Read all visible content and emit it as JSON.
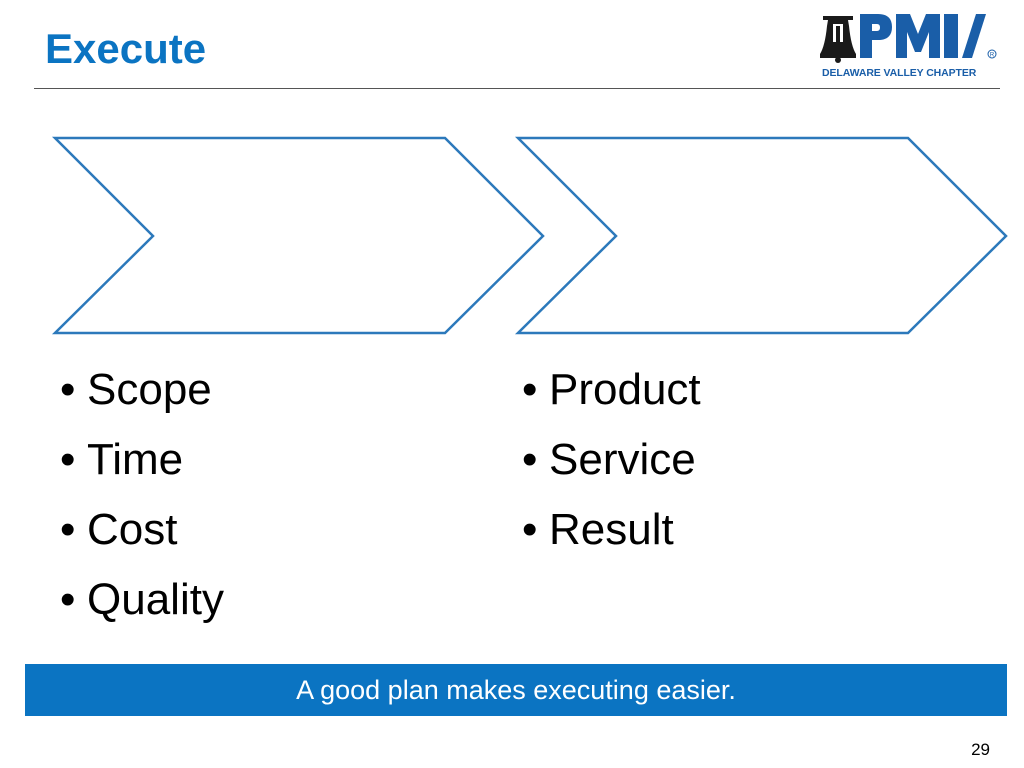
{
  "slide": {
    "title": "Execute",
    "logo": {
      "mark_text": "PMI",
      "subtitle": "DELAWARE VALLEY CHAPTER",
      "brand_color": "#1a5ea8"
    },
    "chevrons": [
      {
        "label": ""
      },
      {
        "label": ""
      }
    ],
    "left_bullets": [
      "Scope",
      "Time",
      "Cost",
      "Quality"
    ],
    "right_bullets": [
      "Product",
      "Service",
      "Result"
    ],
    "bullet_glyph": "•",
    "banner": {
      "text": "A good plan makes executing easier.",
      "background": "#0b74c2"
    },
    "page_number": "29",
    "colors": {
      "title": "#0b74c2",
      "chevron_stroke": "#2c79bb"
    }
  }
}
